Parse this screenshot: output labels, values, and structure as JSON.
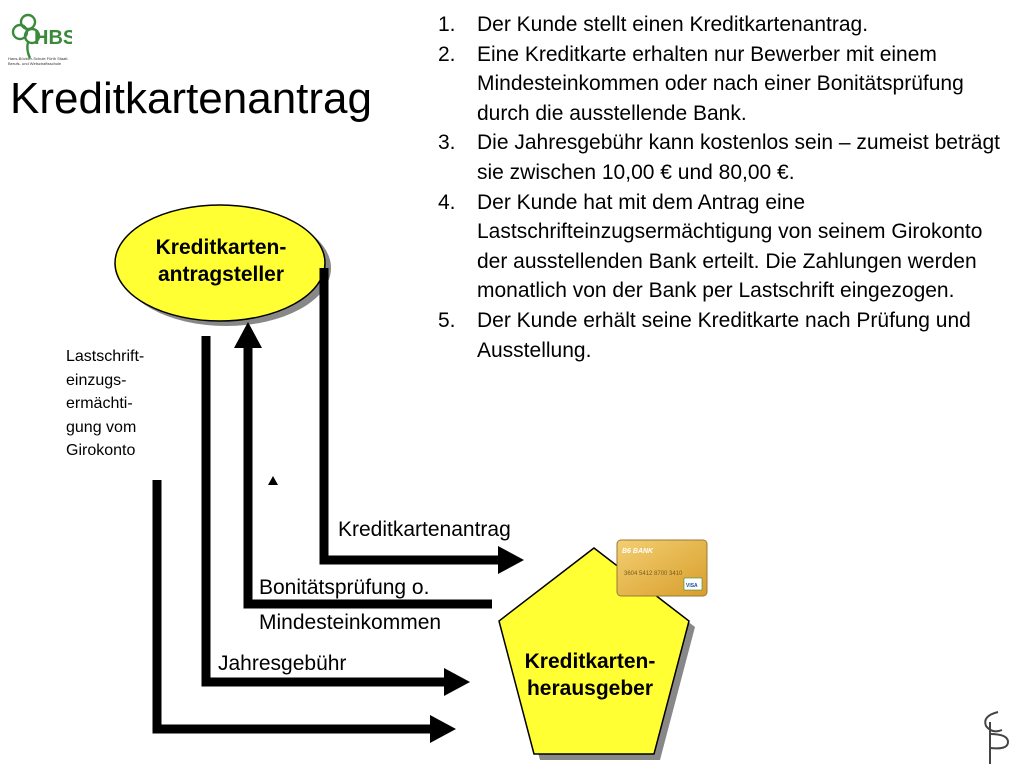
{
  "logo": {
    "text": "HBS",
    "subtitle": "Hans-Böckler-Schule Fürth Staatl. Berufs- und Wirtschaftsschule"
  },
  "title": "Kreditkartenantrag",
  "steps": [
    {
      "num": "1.",
      "text": "Der Kunde stellt einen Kreditkartenantrag."
    },
    {
      "num": "2.",
      "text": "Eine Kreditkarte erhalten nur Bewerber mit einem Mindesteinkommen oder nach einer Bonitätsprüfung durch die ausstellende Bank."
    },
    {
      "num": "3.",
      "text": "Die Jahresgebühr kann kostenlos sein – zumeist beträgt sie zwischen 10,00 € und 80,00 €."
    },
    {
      "num": "4.",
      "text": "Der Kunde hat mit dem Antrag eine Lastschrifteinzugsermächtigung von seinem Girokonto der ausstellenden Bank erteilt. Die Zahlungen werden monatlich von der Bank per Lastschrift eingezogen."
    },
    {
      "num": "5.",
      "text": "Der Kunde erhält seine Kreditkarte nach Prüfung und Ausstellung."
    }
  ],
  "nodes": {
    "applicant": {
      "line1": "Kreditkarten-",
      "line2": "antragsteller",
      "color": "#ffff33"
    },
    "issuer": {
      "line1": "Kreditkarten-",
      "line2": "herausgeber",
      "color": "#ffff33"
    }
  },
  "flows": {
    "antrag": "Kreditkartenantrag",
    "bonitaet_line1": "Bonitätsprüfung o.",
    "bonitaet_line2": "Mindesteinkommen",
    "jahresgebuehr": "Jahresgebühr",
    "lastschrift": [
      "Lastschrift-",
      "einzugs-",
      "ermächti-",
      "gung vom",
      "Girokonto"
    ]
  },
  "card": {
    "bank": "B6 BANK",
    "number": "3604 5412 8700 3410",
    "brand": "VISA",
    "color": "#e8b84a"
  }
}
